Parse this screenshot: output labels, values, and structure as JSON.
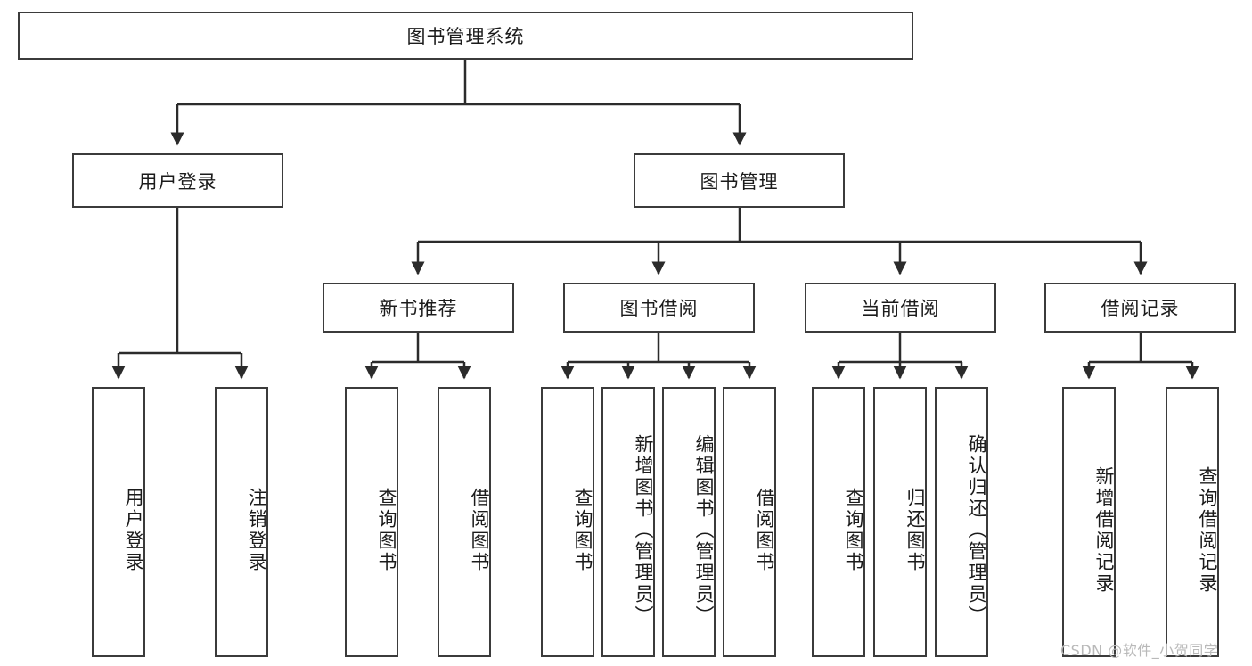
{
  "diagram": {
    "type": "tree-hierarchy",
    "title": "图书管理系统",
    "watermark": "CSDN @软件_小贺同学",
    "colors": {
      "box_border": "#3b3b3b",
      "box_fill": "#ffffff",
      "connector": "#2b2b2b",
      "text": "#1b1b1b",
      "watermark": "#b9b9b9"
    },
    "nodes": {
      "root": {
        "label": "图书管理系统"
      },
      "level2": [
        {
          "id": "user-login",
          "label": "用户登录"
        },
        {
          "id": "book-manage",
          "label": "图书管理"
        }
      ],
      "level3": [
        {
          "id": "new-book-recommend",
          "label": "新书推荐"
        },
        {
          "id": "book-borrow",
          "label": "图书借阅"
        },
        {
          "id": "current-borrow",
          "label": "当前借阅"
        },
        {
          "id": "borrow-record",
          "label": "借阅记录"
        }
      ],
      "level4": {
        "user-login": [
          {
            "id": "leaf-user-login",
            "label": "用户登录"
          },
          {
            "id": "leaf-logout-login",
            "label": "注销登录"
          }
        ],
        "new-book-recommend": [
          {
            "id": "leaf-query-book-1",
            "label": "查询图书"
          },
          {
            "id": "leaf-borrow-book-1",
            "label": "借阅图书"
          }
        ],
        "book-borrow": [
          {
            "id": "leaf-query-book-2",
            "label": "查询图书"
          },
          {
            "id": "leaf-add-book",
            "label": "新增图书（管理员）"
          },
          {
            "id": "leaf-edit-book",
            "label": "编辑图书（管理员）"
          },
          {
            "id": "leaf-borrow-book-2",
            "label": "借阅图书"
          }
        ],
        "current-borrow": [
          {
            "id": "leaf-query-book-3",
            "label": "查询图书"
          },
          {
            "id": "leaf-return-book",
            "label": "归还图书"
          },
          {
            "id": "leaf-confirm-return",
            "label": "确认归还（管理员）"
          }
        ],
        "borrow-record": [
          {
            "id": "leaf-add-record",
            "label": "新增借阅记录"
          },
          {
            "id": "leaf-query-record",
            "label": "查询借阅记录"
          }
        ]
      }
    }
  }
}
